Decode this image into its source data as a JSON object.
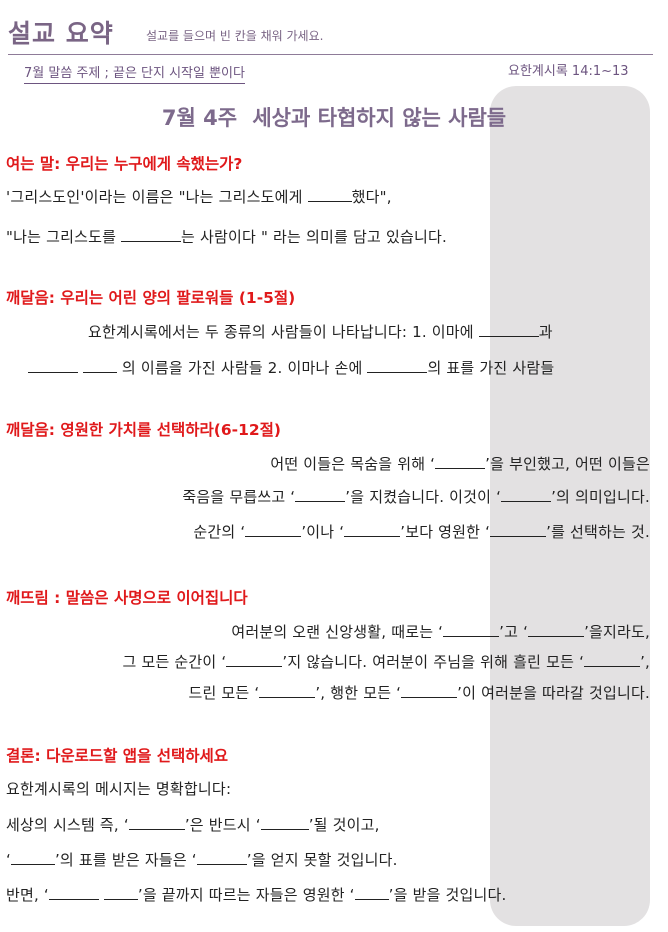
{
  "header": {
    "title": "설교 요약",
    "instruction": "설교를 들으며 빈 칸을 채워 가세요."
  },
  "theme": "7월 말씀 주제 ; 끝은 단지 시작일 뿐이다",
  "scripture": "요한계시록 14:1~13",
  "week": {
    "label": "7월 4주",
    "title": "세상과 타협하지 않는 사람들"
  },
  "intro": {
    "heading": "여는 말: 우리는 누구에게 속했는가?",
    "line1a": "'그리스도인'이라는 이름은 \"나는 그리스도에게 ",
    "line1b": "했다\",",
    "line2a": "\"나는 그리스도를 ",
    "line2b": "는 사람이다 \" 라는 의미를 담고 있습니다."
  },
  "section1": {
    "heading": "깨달음: 우리는 어린 양의 팔로워들 (1-5절)",
    "line1a": "요한계시록에서는 두 종류의 사람들이 나타납니다: 1. 이마에 ",
    "line1b": "과",
    "line2a": " 의 이름을 가진 사람들 2. 이마나 손에 ",
    "line2b": "의 표를 가진 사람들"
  },
  "section2": {
    "heading": "깨달음: 영원한 가치를 선택하라(6-12절)",
    "line1a": "어떤 이들은 목숨을 위해 ‘",
    "line1b": "’을 부인했고, 어떤 이들은",
    "line2a": "죽음을 무릅쓰고 ‘",
    "line2b": "’을 지켰습니다. 이것이 ‘",
    "line2c": "’의 의미입니다.",
    "line3a": "순간의 ‘",
    "line3b": "’이나 ‘",
    "line3c": "’보다 영원한 ‘",
    "line3d": "’를 선택하는 것."
  },
  "section3": {
    "heading": "깨뜨림 : 말씀은 사명으로 이어집니다",
    "line1a": "여러분의 오랜 신앙생활, 때로는 ‘",
    "line1b": "’고 ‘",
    "line1c": "’을지라도,",
    "line2a": "그 모든 순간이 ‘",
    "line2b": "’지 않습니다. 여러분이 주님을 위해 흘린 모든 ‘",
    "line2c": "’,",
    "line3a": "드린 모든 ‘",
    "line3b": "’, 행한 모든 ‘",
    "line3c": "’이 여러분을 따라갈 것입니다."
  },
  "conclusion": {
    "heading": "결론: 다운로드할 앱을 선택하세요",
    "line1": "요한계시록의 메시지는 명확합니다:",
    "line2a": "세상의 시스템 즉, ‘",
    "line2b": "’은 반드시 ‘",
    "line2c": "’될 것이고,",
    "line3a": "‘",
    "line3b": "’의 표를 받은 자들은 ‘",
    "line3c": "’을 얻지 못할 것입니다.",
    "line4a": "반면, ‘",
    "line4b": "’을 끝까지 따르는 자들은 영원한 ‘",
    "line4c": "’을 받을 것입니다."
  },
  "colors": {
    "heading_red": "#e0191b",
    "accent_purple": "#7a6585",
    "panel_gray": "#e3e1e2"
  }
}
